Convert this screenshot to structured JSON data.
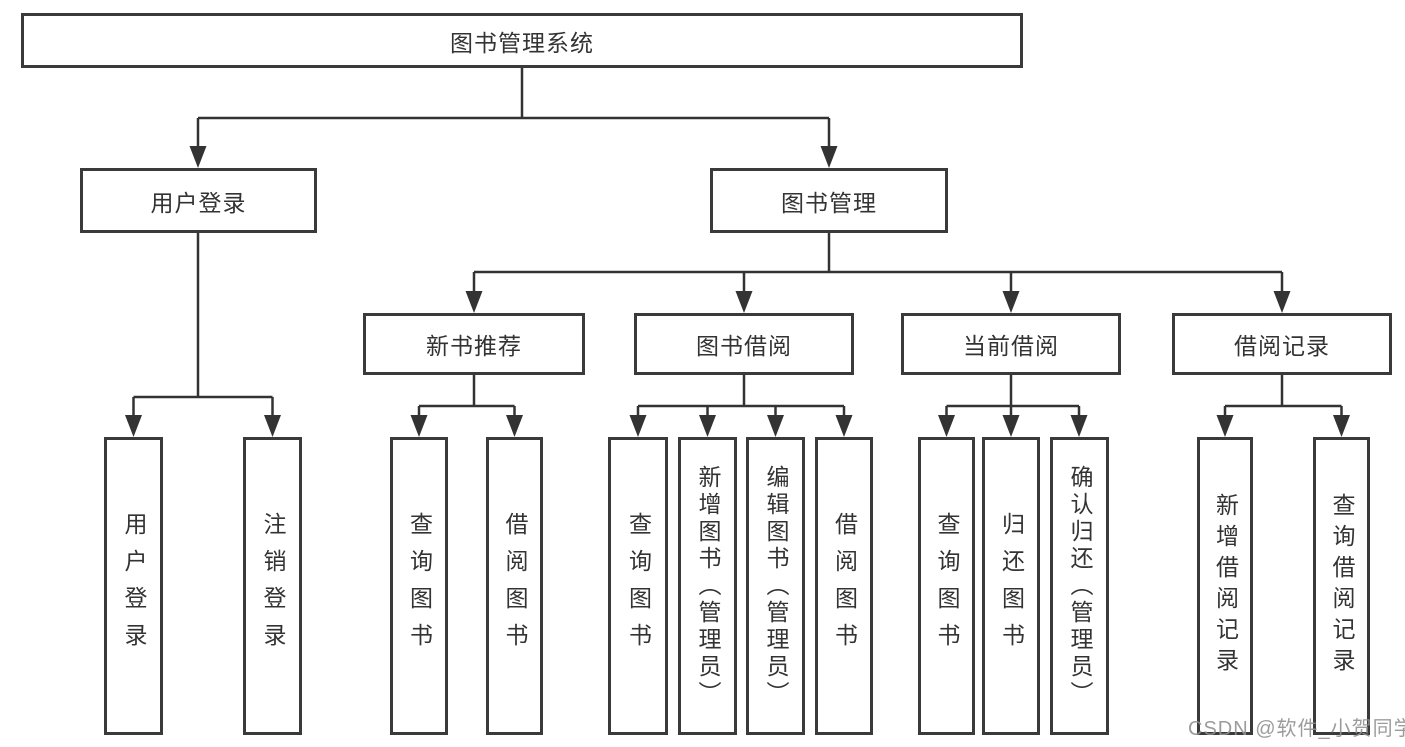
{
  "diagram": {
    "root": {
      "label": "图书管理系统"
    },
    "user_login": {
      "label": "用户登录",
      "children": {
        "login": "用户登录",
        "logout": "注销登录"
      }
    },
    "book_mgmt": {
      "label": "图书管理",
      "sections": {
        "new_book": {
          "label": "新书推荐",
          "children": {
            "query": "查询图书",
            "borrow": "借阅图书"
          }
        },
        "borrowing": {
          "label": "图书借阅",
          "children": {
            "query": "查询图书",
            "add": "新增图书（管理员）",
            "edit": "编辑图书（管理员）",
            "borrow": "借阅图书"
          }
        },
        "current": {
          "label": "当前借阅",
          "children": {
            "query": "查询图书",
            "return": "归还图书",
            "confirm": "确认归还（管理员）"
          }
        },
        "records": {
          "label": "借阅记录",
          "children": {
            "add": "新增借阅记录",
            "query": "查询借阅记录"
          }
        }
      }
    }
  },
  "watermark": {
    "text": "CSDN @软件_小贺同学"
  },
  "colors": {
    "line": "#333333",
    "box_border": "#3a3a3a",
    "text": "#333333",
    "watermark": "#919191"
  }
}
